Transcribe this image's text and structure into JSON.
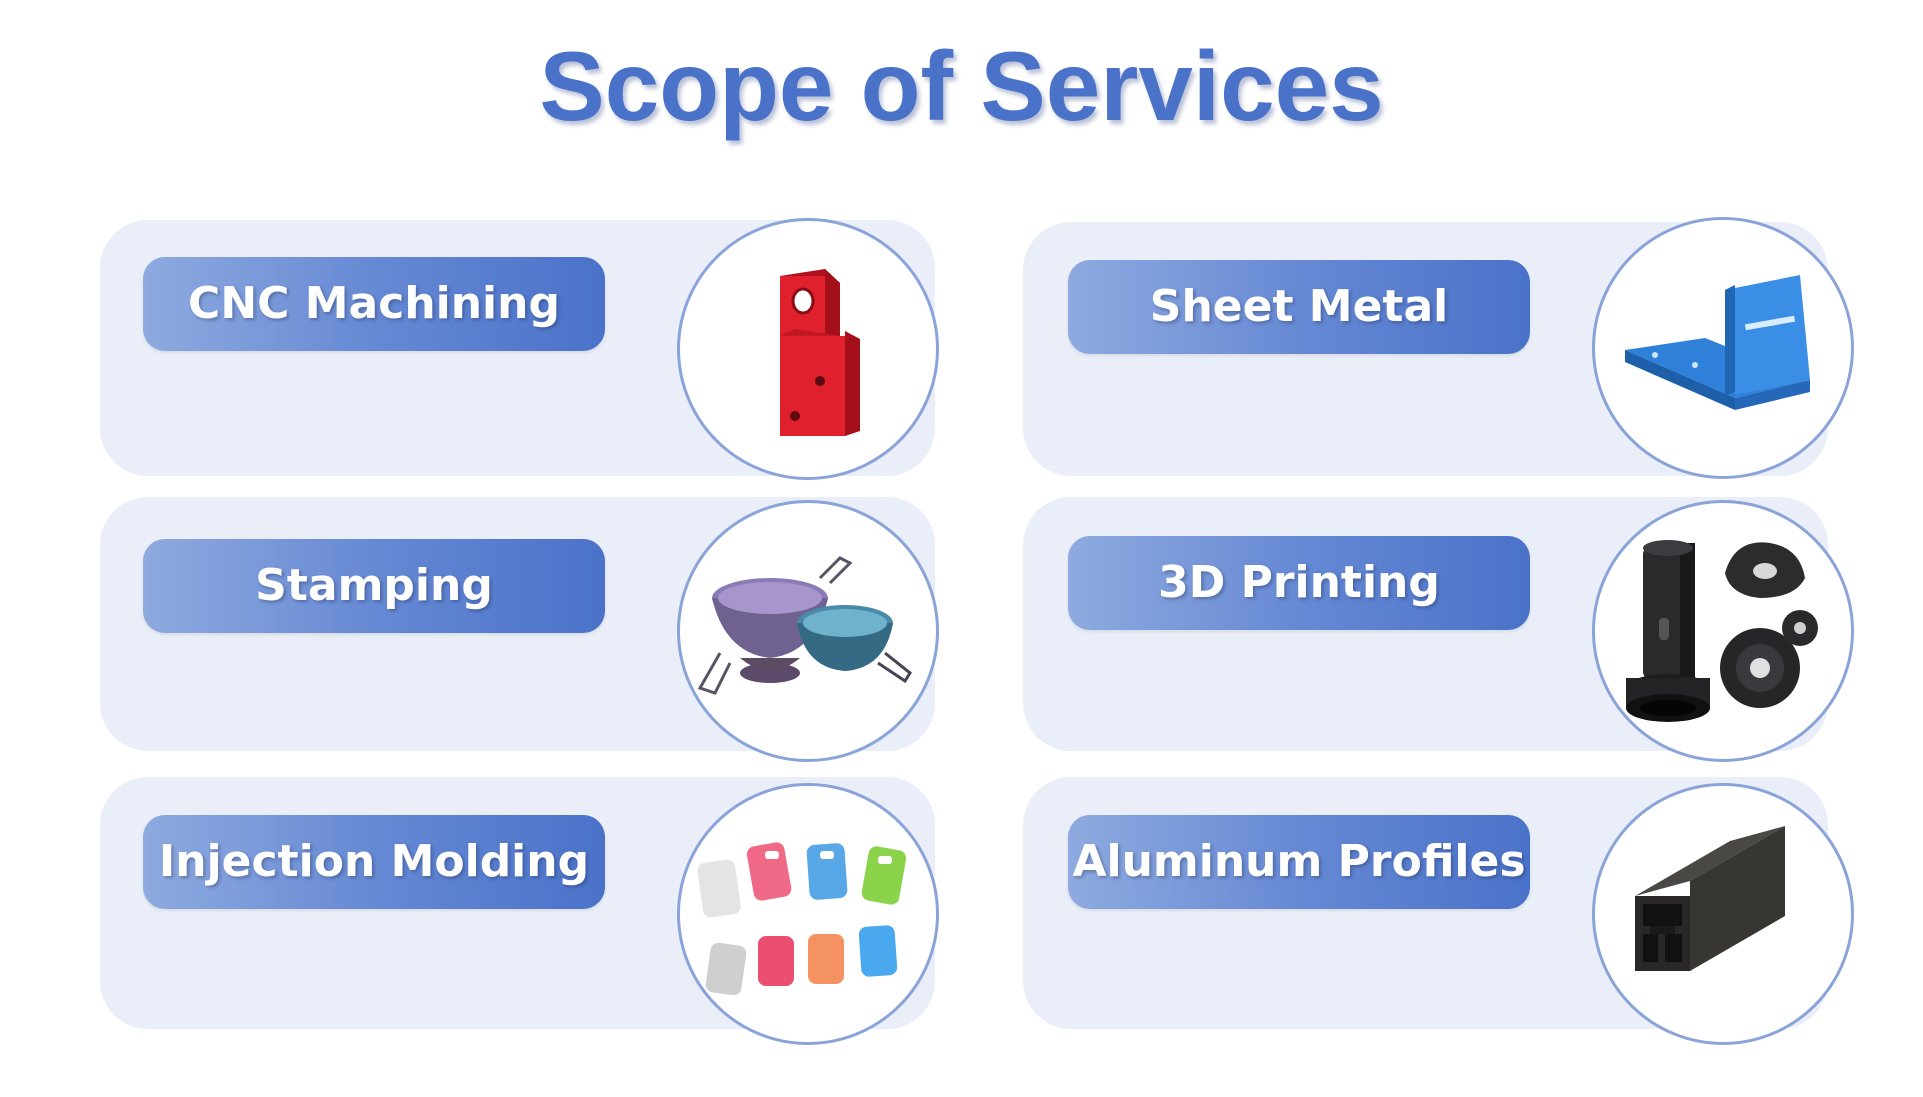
{
  "title": "Scope of Services",
  "services": [
    {
      "label": "CNC Machining",
      "icon": "cnc-part-icon"
    },
    {
      "label": "Sheet Metal",
      "icon": "sheet-metal-bracket-icon"
    },
    {
      "label": "Stamping",
      "icon": "stamped-pans-icon"
    },
    {
      "label": "3D Printing",
      "icon": "3d-printed-parts-icon"
    },
    {
      "label": "Injection Molding",
      "icon": "molded-tags-icon"
    },
    {
      "label": "Aluminum Profiles",
      "icon": "aluminum-profile-icon"
    }
  ],
  "colors": {
    "accent": "#4a72c9",
    "card_bg": "#e9eef8",
    "circle_border": "#8aa3d8"
  }
}
